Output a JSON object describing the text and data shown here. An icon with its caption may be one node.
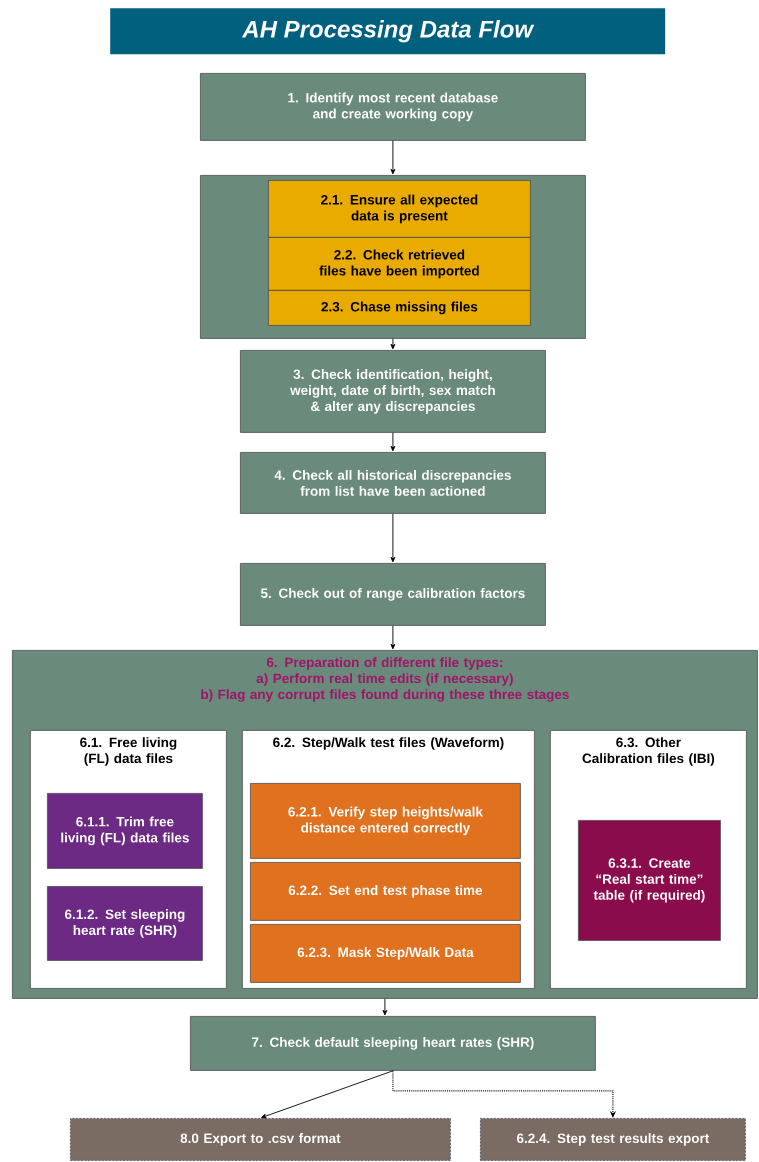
{
  "diagram": {
    "title": "AH Processing Data Flow",
    "nodes": [
      {
        "text": [
          "1. Identify most recent database and create working copy"
        ]
      },
      {
        "text": [],
        "shape": "box"
      },
      {
        "text": [
          "2.1. Ensure all expected data is present"
        ],
        "in": 1
      },
      {
        "text": [
          "2.2. Check retrieved files have been imported"
        ],
        "in": 1
      },
      {
        "text": [
          "2.3. Chase missing files"
        ],
        "in": 1
      },
      {
        "text": [
          "3. Check identification, height, weight, date of birth, sex match & alter any discrepancies"
        ]
      },
      {
        "text": [
          "4. Check all historical discrepancies from list have been actioned"
        ]
      },
      {
        "text": [
          "5. Check out of range calibration factors"
        ]
      },
      {
        "text": [
          "6. Preparation of different file types:",
          "a) Perform real time edits (if necessary)",
          "b) Flag any corrupt files found during these three stages"
        ]
      },
      {
        "text": [
          "6.1. Free living (FL) data files"
        ],
        "in": 8
      },
      {
        "text": [
          "6.1.1. Trim free living (FL) data files"
        ],
        "in": 9
      },
      {
        "text": [
          "6.1.2. Set sleeping heart rate (SHR)"
        ],
        "in": 9
      },
      {
        "text": [
          "6.2. Step/Walk test files (Waveform)"
        ],
        "in": 8
      },
      {
        "text": [
          "6.2.1. Verify step heights/walk distance entered correctly"
        ],
        "in": 12
      },
      {
        "text": [
          "6.2.2. Set end test phase time"
        ],
        "in": 12
      },
      {
        "text": [
          "6.2.3. Mask Step/Walk Data"
        ],
        "in": 12
      },
      {
        "text": [
          "6.3. Other Calibration files (IBI)"
        ],
        "in": 8
      },
      {
        "text": [
          "6.3.1. Create “Real start time” table (if required)"
        ],
        "in": 16
      },
      {
        "text": [
          "7. Check default sleeping heart rates (SHR)"
        ]
      },
      {
        "text": [
          "8.0 Export to .csv format"
        ]
      },
      {
        "text": [
          "6.2.4. Step test results export"
        ]
      }
    ],
    "edges": [
      {
        "from": 0,
        "to": 1,
        "arrow": "to"
      },
      {
        "from": 1,
        "to": 5,
        "arrow": "to"
      },
      {
        "from": 5,
        "to": 6,
        "arrow": "to"
      },
      {
        "from": 6,
        "to": 7,
        "arrow": "to"
      },
      {
        "from": 7,
        "to": 8,
        "arrow": "to"
      },
      {
        "from": 8,
        "to": 18,
        "arrow": "to"
      },
      {
        "from": 18,
        "to": 19,
        "arrow": "to"
      },
      {
        "from": 18,
        "to": 20,
        "arrow": "to",
        "style": "dashed"
      }
    ]
  }
}
